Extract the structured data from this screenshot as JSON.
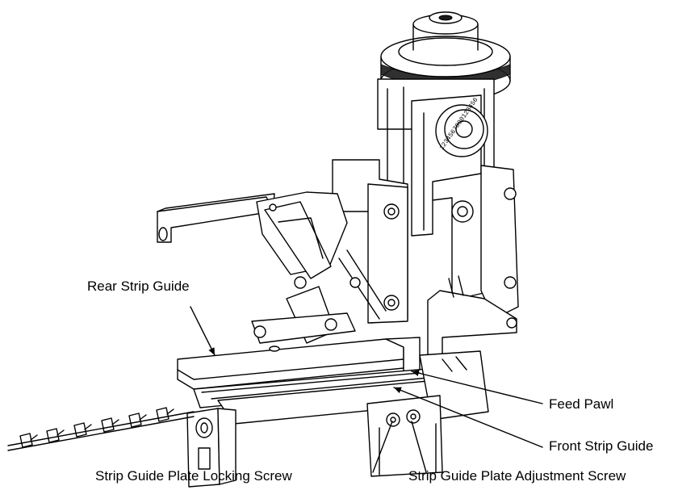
{
  "diagram": {
    "labels": {
      "rear_strip_guide": "Rear Strip Guide",
      "feed_pawl": "Feed Pawl",
      "front_strip_guide": "Front Strip Guide",
      "locking_screw": "Strip Guide Plate Locking Screw",
      "adjustment_screw": "Strip Guide Plate Adjustment Screw"
    },
    "dial_digits": "1234567890123456"
  }
}
